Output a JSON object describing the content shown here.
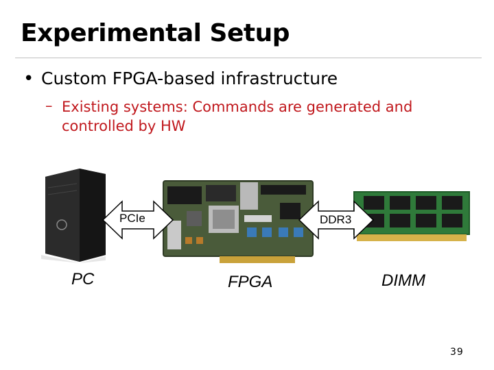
{
  "slide": {
    "title": "Experimental Setup",
    "bullet_1": "Custom FPGA-based infrastructure",
    "sub_bullet_1": "Existing systems: Commands are generated and controlled by HW",
    "bullet_marker": "•",
    "dash_marker": "–",
    "page_number": "39"
  },
  "diagram": {
    "left_link_label": "PCIe",
    "right_link_label": "DDR3",
    "captions": {
      "pc": "PC",
      "fpga": "FPGA",
      "dimm": "DIMM"
    }
  },
  "colors": {
    "sub_bullet": "#c0171c",
    "rule": "#bfbfbf"
  }
}
